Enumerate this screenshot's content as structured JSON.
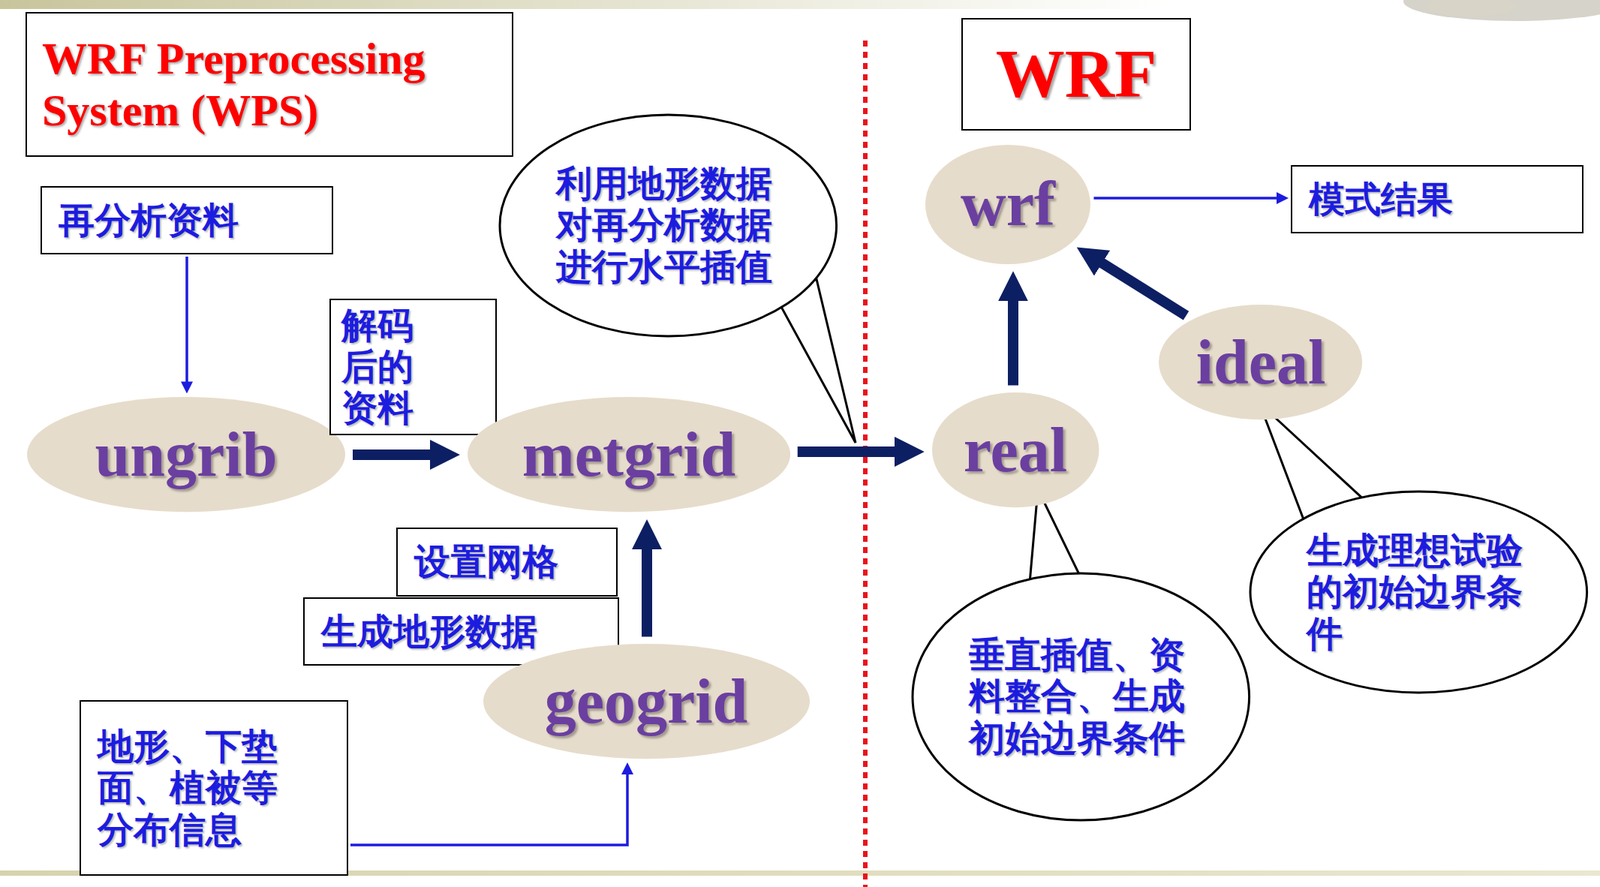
{
  "diagram": {
    "nodes": [
      {
        "text": [
          "WRF Preprocessing System (WPS)"
        ]
      },
      {
        "text": [
          "WRF"
        ]
      },
      {
        "text": [
          "再分析资料"
        ]
      },
      {
        "text": [
          "利用地形数据对再分析数据进行水平插值"
        ]
      },
      {
        "text": [
          "wrf"
        ]
      },
      {
        "text": [
          "模式结果"
        ]
      },
      {
        "text": [
          "ideal"
        ]
      },
      {
        "text": [
          "ungrib"
        ]
      },
      {
        "text": [
          "解码后的资料"
        ]
      },
      {
        "text": [
          "metgrid"
        ]
      },
      {
        "text": [
          "real"
        ]
      },
      {
        "text": [
          "设置网格"
        ]
      },
      {
        "text": [
          "生成地形数据"
        ]
      },
      {
        "text": [
          "生成理想试验的初始边界条件"
        ]
      },
      {
        "text": [
          "geogrid"
        ]
      },
      {
        "text": [
          "垂直插值、资料整合、生成初始边界条件"
        ]
      },
      {
        "text": [
          "地形、下垫面、植被等分布信息"
        ]
      }
    ],
    "edges": [
      {
        "from": 2,
        "to": 7,
        "arrow": "to"
      },
      {
        "from": 7,
        "to": 9,
        "arrow": "to"
      },
      {
        "from": 14,
        "to": 9,
        "arrow": "to"
      },
      {
        "from": 16,
        "to": 14,
        "arrow": "to"
      },
      {
        "from": 9,
        "to": 10,
        "arrow": "to"
      },
      {
        "from": 10,
        "to": 4,
        "arrow": "to"
      },
      {
        "from": 6,
        "to": 4,
        "arrow": "to"
      },
      {
        "from": 4,
        "to": 5,
        "arrow": "to"
      }
    ]
  }
}
